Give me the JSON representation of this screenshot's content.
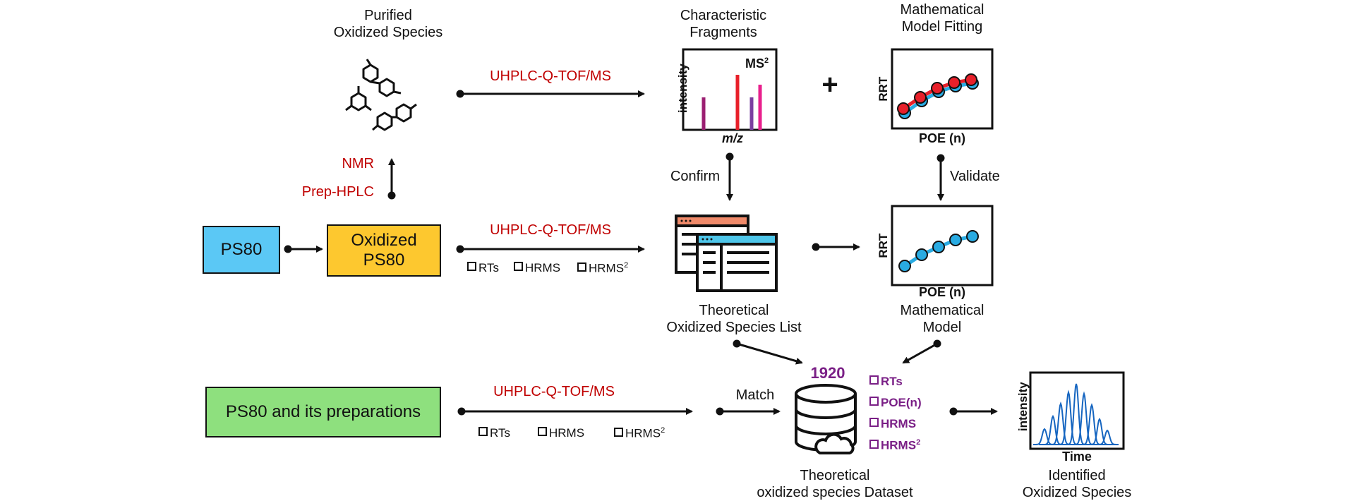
{
  "top": {
    "purified_label": "Purified\nOxidized Species",
    "characteristic_label": "Characteristic\nFragments",
    "math_fit_label": "Mathematical\nModel Fitting",
    "method_top": "UHPLC-Q-TOF/MS",
    "plus": "+",
    "ms_chart": {
      "ylabel": "intensity",
      "xlabel": "m/z",
      "badge": "MS",
      "badge_sup": "2"
    },
    "rrt_top_chart": {
      "ylabel": "RRT",
      "xlabel": "POE (n)"
    }
  },
  "mid": {
    "nmr": "NMR",
    "prep": "Prep-HPLC",
    "confirm": "Confirm",
    "validate": "Validate",
    "ps80_box": "PS80",
    "oxidized_box": "Oxidized\nPS80",
    "method_mid": "UHPLC-Q-TOF/MS",
    "checks": [
      "RTs",
      "HRMS",
      "HRMS"
    ],
    "check_sup": "2",
    "species_list_label": "Theoretical\nOxidized Species List",
    "rrt_mid_chart": {
      "ylabel": "RRT",
      "xlabel": "POE (n)"
    },
    "math_model_label": "Mathematical\nModel"
  },
  "bottom": {
    "prep_box": "PS80 and its preparations",
    "method_bot": "UHPLC-Q-TOF/MS",
    "checks": [
      "RTs",
      "HRMS",
      "HRMS"
    ],
    "check_sup": "2",
    "match": "Match",
    "count": "1920",
    "dataset_items": [
      "RTs",
      "POE(n)",
      "HRMS",
      "HRMS"
    ],
    "dataset_sup": "2",
    "dataset_label": "Theoretical\noxidized species Dataset",
    "result_chart": {
      "ylabel": "intensity",
      "xlabel": "Time"
    },
    "result_label": "Identified\nOxidized Species"
  },
  "colors": {
    "ps80": "#5bc8f5",
    "oxidized": "#fdc82f",
    "prep": "#8ee07e",
    "red_point": "#e8202a",
    "blue_point": "#29abe2",
    "peak_blue": "#1565c0",
    "ms_bar_1": "#9b1f72",
    "ms_bar_2": "#e8202a",
    "ms_bar_3": "#7b3fa0",
    "ms_bar_4": "#e81f8c"
  }
}
